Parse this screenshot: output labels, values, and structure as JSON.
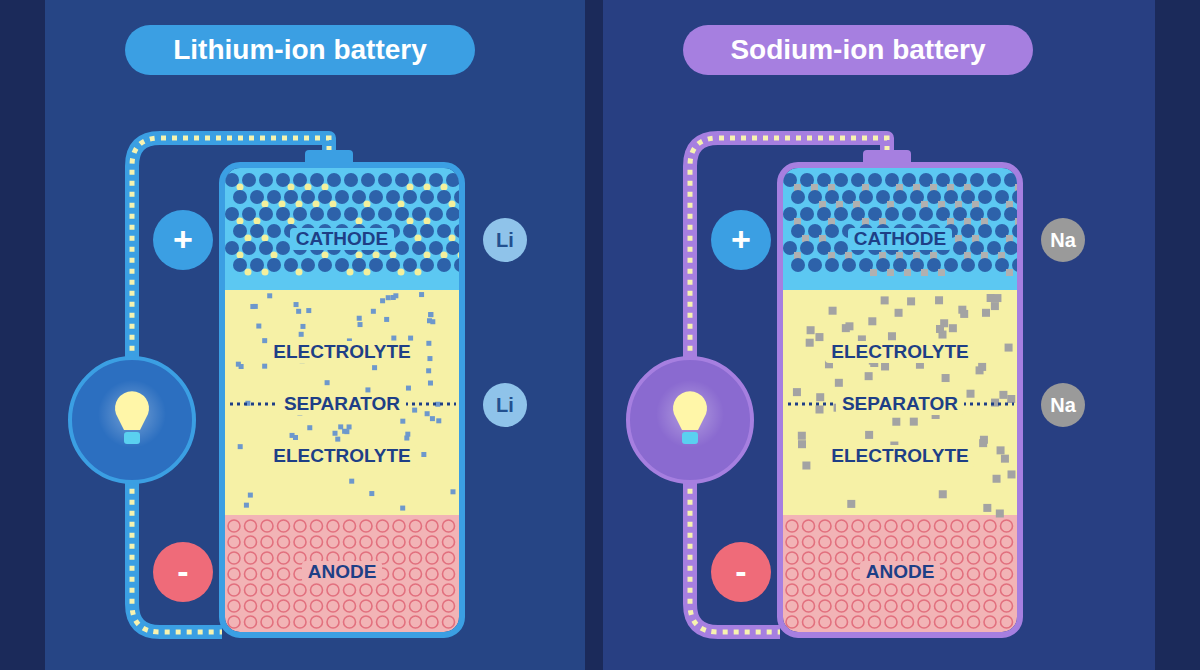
{
  "diagram": {
    "nodes": [
      {
        "text": [
          "Lithium-ion battery"
        ]
      },
      {
        "text": [
          "+"
        ]
      },
      {
        "text": [
          "CATHODE"
        ]
      },
      {
        "text": [
          "Li"
        ]
      },
      {
        "text": [
          "ELECTROLYTE",
          "SEPARATOR",
          "ELECTROLYTE"
        ]
      },
      {
        "text": [
          "Li"
        ]
      },
      {
        "text": [
          "-"
        ]
      },
      {
        "text": [
          "ANODE"
        ]
      },
      {
        "text": [
          "Sodium-ion battery"
        ]
      },
      {
        "text": [
          "+"
        ]
      },
      {
        "text": [
          "CATHODE"
        ]
      },
      {
        "text": [
          "Na"
        ]
      },
      {
        "text": [
          "ELECTROLYTE",
          "SEPARATOR",
          "ELECTROLYTE"
        ]
      },
      {
        "text": [
          "Na"
        ]
      },
      {
        "text": [
          "-"
        ]
      },
      {
        "text": [
          "ANODE"
        ]
      }
    ]
  }
}
